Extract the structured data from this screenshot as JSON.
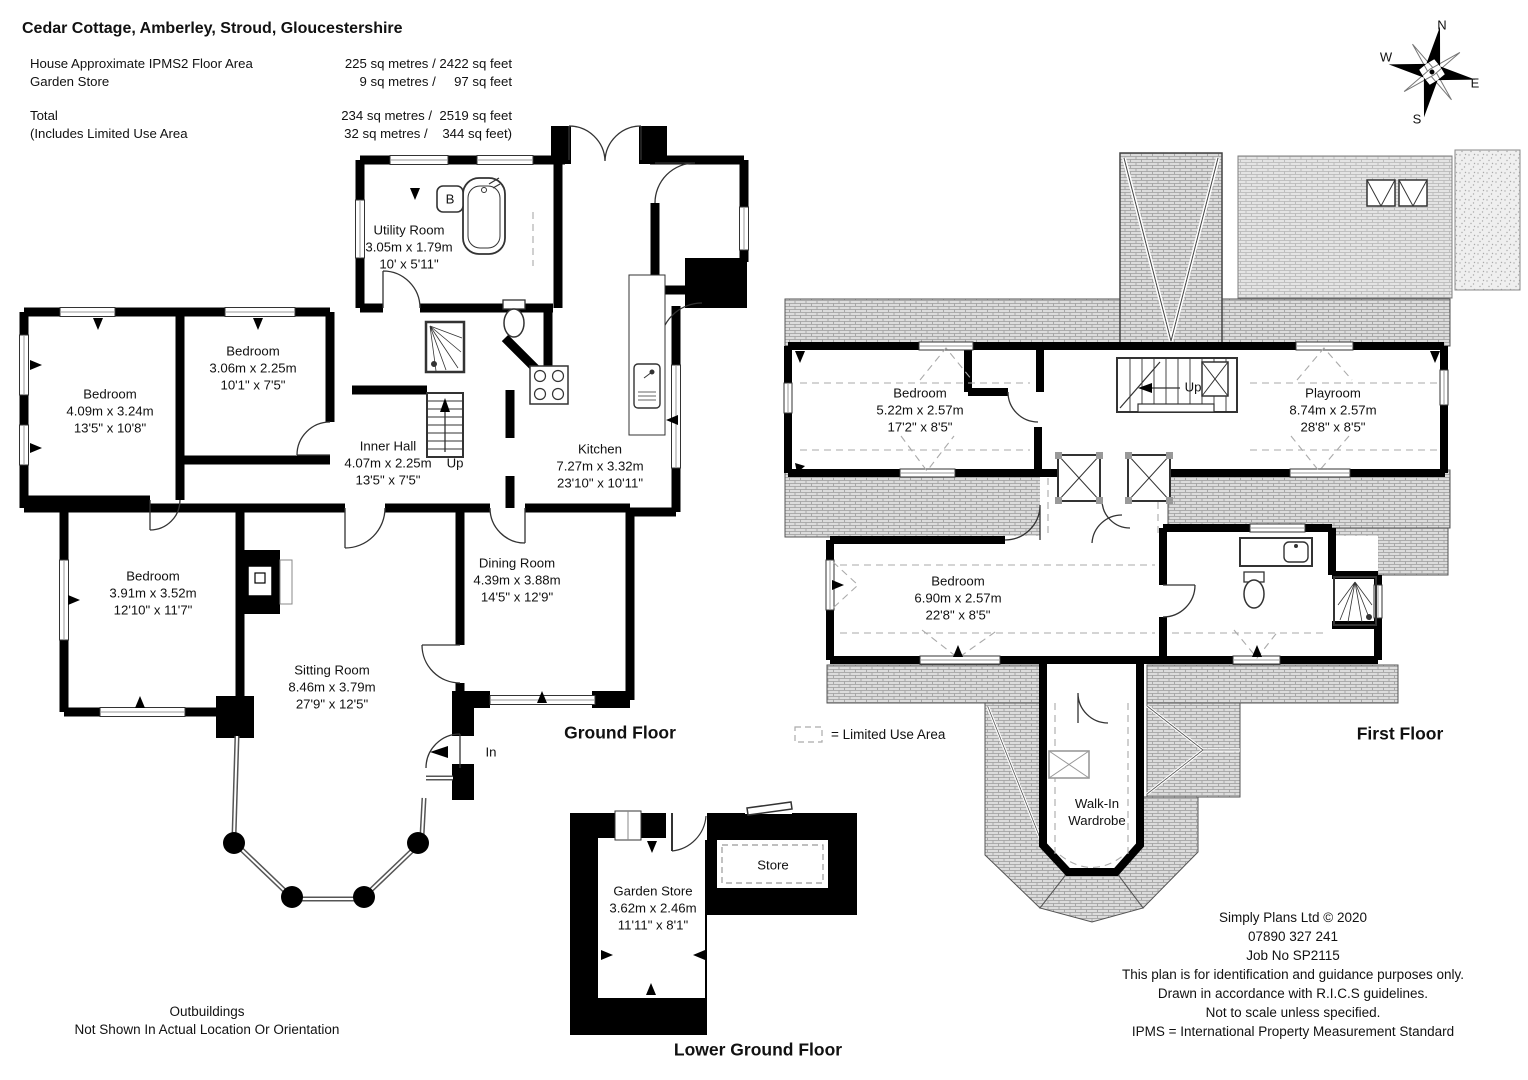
{
  "header": {
    "title": "Cedar Cottage, Amberley, Stroud, Gloucestershire",
    "rows": [
      {
        "label": "House Approximate IPMS2 Floor Area",
        "value": "225 sq metres / 2422 sq feet"
      },
      {
        "label": "Garden Store",
        "value": "9 sq metres /     97 sq feet"
      },
      {
        "label": "Total",
        "value": "234 sq metres /  2519 sq feet"
      },
      {
        "label": "(Includes Limited Use Area",
        "value": "32 sq metres /    344 sq feet)"
      }
    ]
  },
  "compass": {
    "n": "N",
    "e": "E",
    "s": "S",
    "w": "W"
  },
  "legend": {
    "text": "= Limited Use Area"
  },
  "floor_titles": {
    "ground": "Ground Floor",
    "first": "First Floor",
    "lower": "Lower Ground Floor"
  },
  "rooms": {
    "utility": {
      "name": "Utility Room",
      "metric": "3.05m x 1.79m",
      "imperial": "10' x 5'11\""
    },
    "bedroom1": {
      "name": "Bedroom",
      "metric": "4.09m x 3.24m",
      "imperial": "13'5\" x 10'8\""
    },
    "bedroom2": {
      "name": "Bedroom",
      "metric": "3.06m x 2.25m",
      "imperial": "10'1\" x 7'5\""
    },
    "inner_hall": {
      "name": "Inner Hall",
      "metric": "4.07m x 2.25m",
      "imperial": "13'5\" x 7'5\""
    },
    "kitchen": {
      "name": "Kitchen",
      "metric": "7.27m x 3.32m",
      "imperial": "23'10\" x 10'11\""
    },
    "bedroom3": {
      "name": "Bedroom",
      "metric": "3.91m x 3.52m",
      "imperial": "12'10\" x 11'7\""
    },
    "dining": {
      "name": "Dining Room",
      "metric": "4.39m x 3.88m",
      "imperial": "14'5\" x 12'9\""
    },
    "sitting": {
      "name": "Sitting Room",
      "metric": "8.46m x 3.79m",
      "imperial": "27'9\" x 12'5\""
    },
    "bedroom4": {
      "name": "Bedroom",
      "metric": "5.22m x 2.57m",
      "imperial": "17'2\" x 8'5\""
    },
    "playroom": {
      "name": "Playroom",
      "metric": "8.74m x 2.57m",
      "imperial": "28'8\" x 8'5\""
    },
    "bedroom5": {
      "name": "Bedroom",
      "metric": "6.90m x 2.57m",
      "imperial": "22'8\" x 8'5\""
    },
    "walk_in": {
      "name": "Walk-In Wardrobe"
    },
    "garden_store": {
      "name": "Garden Store",
      "metric": "3.62m x 2.46m",
      "imperial": "11'11\" x 8'1\""
    },
    "store": {
      "name": "Store"
    }
  },
  "annotations": {
    "up": "Up",
    "in": "In",
    "boiler": "B",
    "outbuildings": [
      "Outbuildings",
      "Not Shown In Actual Location Or Orientation"
    ]
  },
  "footer": {
    "lines": [
      "Simply Plans Ltd © 2020",
      "07890 327 241",
      "Job No SP2115",
      "This plan is for identification and guidance purposes only.",
      "Drawn in accordance with R.I.C.S guidelines.",
      "Not to scale unless specified.",
      "IPMS = International Property Measurement Standard"
    ]
  }
}
